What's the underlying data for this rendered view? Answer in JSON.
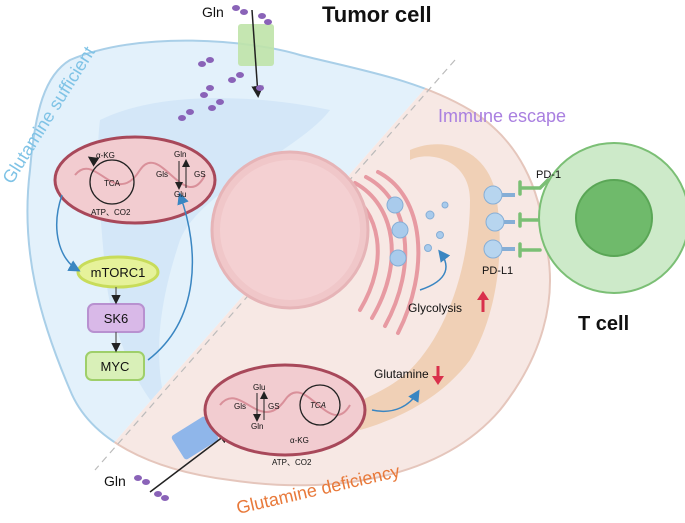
{
  "title": "Tumor cell",
  "labels": {
    "glutamine_sufficient": "Glutamine sufficient",
    "glutamine_deficiency": "Glutamine deficiency",
    "immune_escape": "Immune escape",
    "t_cell": "T cell",
    "gln_top": "Gln",
    "gln_bottom": "Gln",
    "pd1": "PD-1",
    "pdl1": "PD-L1",
    "glycolysis": "Glycolysis",
    "glutamine": "Glutamine",
    "mtorc1": "mTORC1",
    "sk6": "SK6",
    "myc": "MYC"
  },
  "mito_top": {
    "akg": "α-KG",
    "tca": "TCA",
    "atp": "ATP、CO2",
    "gln": "Gln",
    "gls": "Gls",
    "gs": "GS",
    "glu": "Glu"
  },
  "mito_bottom": {
    "glu": "Glu",
    "gls": "Gls",
    "gs": "GS",
    "gln": "Gln",
    "tca": "TCA",
    "akg": "α-KG",
    "atp": "ATP、CO2"
  },
  "colors": {
    "sufficient": "#7fc3e6",
    "deficiency": "#e8793a",
    "immune": "#a97fe0",
    "up_arrow": "#d9304b",
    "mito_outline": "#a8485a",
    "tcell": "#a9dba3"
  }
}
